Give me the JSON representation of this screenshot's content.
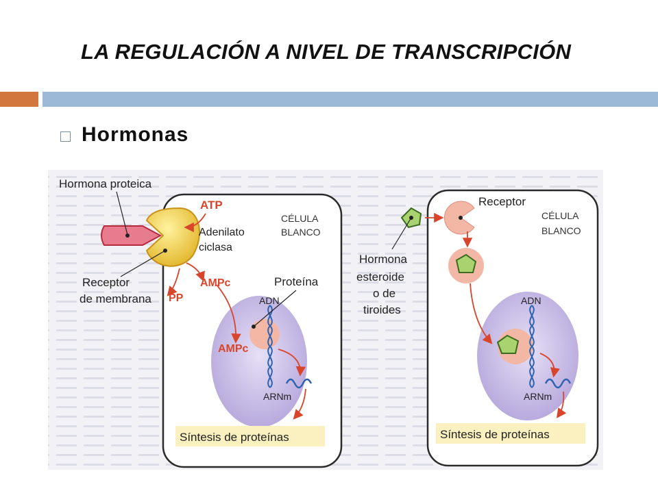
{
  "title": "LA REGULACIÓN A NIVEL DE TRANSCRIPCIÓN",
  "bullet": "Hormonas",
  "left_panel": {
    "hormona": "Hormona proteica",
    "atp": "ATP",
    "enzyme_line1": "Adenilato",
    "enzyme_line2": "ciclasa",
    "cell_line1": "CÉLULA",
    "cell_line2": "BLANCO",
    "receptor_line1": "Receptor",
    "receptor_line2": "de membrana",
    "pp": "PP",
    "ampc1": "AMPc",
    "proteina": "Proteína",
    "adn": "ADN",
    "ampc2": "AMPc",
    "arnm": "ARNm",
    "sintesis": "Síntesis de proteínas"
  },
  "right_panel": {
    "receptor": "Receptor",
    "cell_line1": "CÉLULA",
    "cell_line2": "BLANCO",
    "hormona_l1": "Hormona",
    "hormona_l2": "esteroide",
    "hormona_l3": "o de",
    "hormona_l4": "tiroides",
    "adn": "ADN",
    "arnm": "ARNm",
    "sintesis": "Síntesis de proteínas"
  },
  "colors": {
    "title_bar_orange": "#d2773e",
    "title_bar_blue": "#9db9d8",
    "arrow_red": "#d9452b",
    "nucleus_purple": "#c7bde6",
    "label_yellow": "#fbf0bf",
    "dna_blue": "#2f62b0"
  }
}
